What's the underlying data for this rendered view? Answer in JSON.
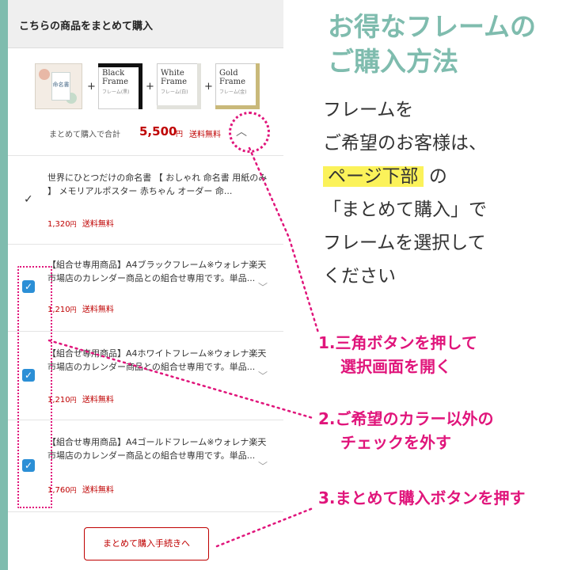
{
  "panel": {
    "title": "こちらの商品をまとめて購入",
    "frames": [
      {
        "name": "Black Frame",
        "sub": "フレーム(黒)",
        "color": "#111111"
      },
      {
        "name": "White Frame",
        "sub": "フレーム(白)",
        "color": "#eeeeea"
      },
      {
        "name": "Gold Frame",
        "sub": "フレーム(金)",
        "color": "#c9b97a"
      }
    ],
    "poster_text": "命名書",
    "total": {
      "label": "まとめて購入で合計",
      "price": "5,500",
      "unit": "円",
      "shipping": "送料無料"
    },
    "items": [
      {
        "text": "世界にひとつだけの命名書 【 おしゃれ 命名書 用紙のみ 】 メモリアルポスター 赤ちゃん オーダー 命...",
        "price": "1,320",
        "unit": "円",
        "shipping": "送料無料",
        "checked": true
      },
      {
        "text": "【組合せ専用商品】A4ブラックフレーム※ウォレナ楽天市場店のカレンダー商品との組合せ専用です。単品...",
        "price": "1,210",
        "unit": "円",
        "shipping": "送料無料",
        "checked": true
      },
      {
        "text": "【組合せ専用商品】A4ホワイトフレーム※ウォレナ楽天市場店のカレンダー商品との組合せ専用です。単品...",
        "price": "1,210",
        "unit": "円",
        "shipping": "送料無料",
        "checked": true
      },
      {
        "text": "【組合せ専用商品】A4ゴールドフレーム※ウォレナ楽天市場店のカレンダー商品との組合せ専用です。単品...",
        "price": "1,760",
        "unit": "円",
        "shipping": "送料無料",
        "checked": true
      }
    ],
    "cta_label": "まとめて購入手続きへ"
  },
  "headline": {
    "line1": "お得なフレームの",
    "line2": "ご購入方法"
  },
  "info": {
    "line1": "フレームを",
    "line2": "ご希望のお客様は、",
    "line3_highlight": "ページ下部",
    "line3_rest": "の",
    "line4": "「まとめて購入」で",
    "line5": "フレームを選択して",
    "line6": "ください"
  },
  "steps": [
    {
      "line1": "1.三角ボタンを押して",
      "line2": "選択画面を開く"
    },
    {
      "line1": "2.ご希望のカラー以外の",
      "line2": "チェックを外す"
    },
    {
      "line1": "3.まとめて購入ボタンを押す",
      "line2": ""
    }
  ],
  "colors": {
    "accent_teal": "#7fbcae",
    "accent_pink": "#e0157b",
    "price_red": "#bf0000",
    "checkbox_blue": "#2b8fd6",
    "highlight_yellow": "#fbf25a"
  },
  "icons": {
    "check": "✓",
    "chevron_down": "﹀",
    "chevron_up": "︿"
  }
}
